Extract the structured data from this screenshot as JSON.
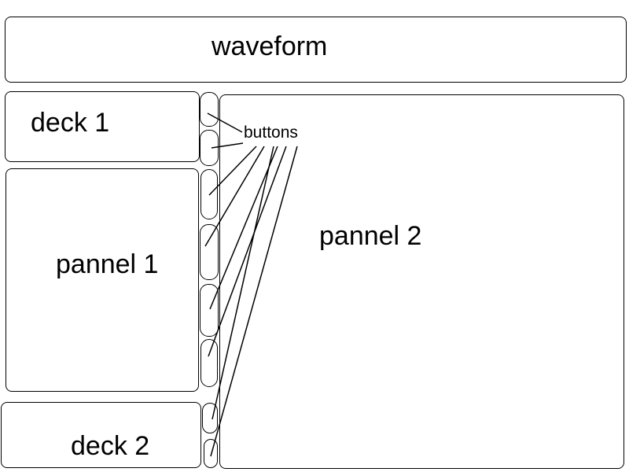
{
  "waveform": {
    "label": "waveform"
  },
  "deck1": {
    "label": "deck 1"
  },
  "panel1": {
    "label": "pannel 1"
  },
  "deck2": {
    "label": "deck 2"
  },
  "panel2": {
    "label": "pannel 2"
  },
  "buttons": {
    "callout": "buttons",
    "count": 8
  },
  "colors": {
    "stroke": "#000000",
    "background": "#ffffff"
  }
}
